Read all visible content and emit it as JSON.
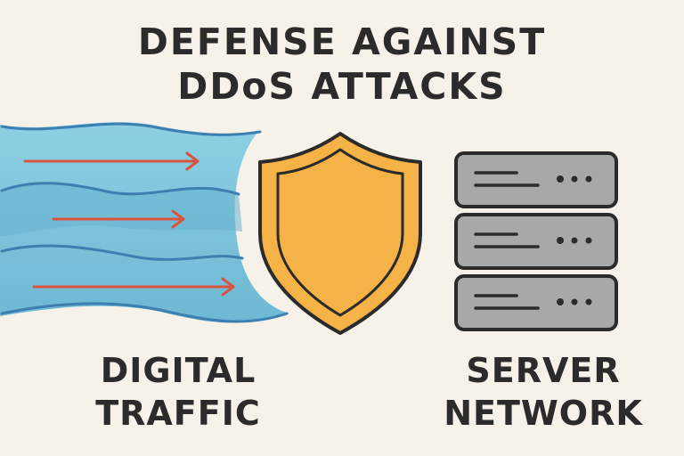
{
  "title": {
    "line1": "DEFENSE AGAINST",
    "line2": "DDoS ATTACKS"
  },
  "labels": {
    "traffic_line1": "DIGITAL",
    "traffic_line2": "TRAFFIC",
    "server_line1": "SERVER",
    "server_line2": "NETWORK"
  },
  "colors": {
    "background": "#f6f2e9",
    "traffic_wave": "#7cc7dc",
    "wave_lines": "#3d7fb0",
    "arrows": "#d9533f",
    "shield": "#f4b247",
    "server": "#a7a8a8",
    "outline": "#2b2b2b"
  },
  "icons": [
    "traffic-wave-icon",
    "shield-icon",
    "server-rack-icon"
  ]
}
